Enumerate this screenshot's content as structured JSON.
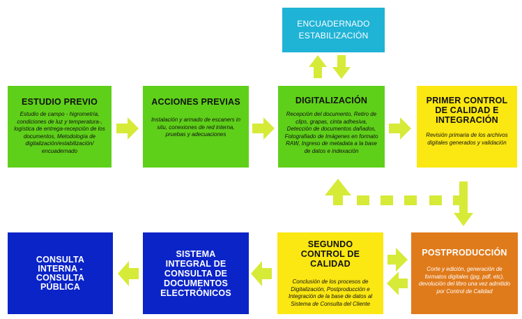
{
  "colors": {
    "green": "#5fd019",
    "yellow": "#fbe712",
    "cyan": "#1fb3d6",
    "orange": "#e07b1b",
    "blue": "#0b24c8",
    "arrow": "#d6ea38"
  },
  "boxes": {
    "estudio_previo": {
      "title": "ESTUDIO PREVIO",
      "body": "Estudio  de campo - higrometría, condiciones de luz y temperatura-, logística de entrega-recepción de los documentos, Metodología de digitalización/estabilización/ encuadernado"
    },
    "acciones_previas": {
      "title": "ACCIONES PREVIAS",
      "body": "Instalación y armado de escaners in situ, conexiones de red interna, pruebas y adecuaciones"
    },
    "digitalizacion": {
      "title": "DIGITALIZACIÓN",
      "body": "Recepción del documento, Retiro de clips, grapas, cinta adhesiva, Detección de documentos dañados, Fotografiado de Imágenes en formato RAW, Ingreso de metadata a la base de datos e indexación"
    },
    "primer_control": {
      "title": "PRIMER CONTROL DE CALIDAD E INTEGRACIÓN",
      "body": "Revisión primaria de los archivos digitales generados y validación"
    },
    "encuadernado": {
      "title": "ENCUADERNADO ESTABILIZACIÓN"
    },
    "postproduccion": {
      "title": "POSTPRODUCCIÓN",
      "body": "Corte y edición, generación de formatos digitales (jpg, pdf, etc), devolución del libro una vez admitido por Control de Calidad"
    },
    "segundo_control": {
      "title": "SEGUNDO CONTROL DE CALIDAD",
      "body": "Conclusión de los procesos de Digitalización, Postproducción e Integración de la base de datos al Sistema de Consulta del Cliente"
    },
    "sistema_integral": {
      "title": "SISTEMA INTEGRAL DE CONSULTA DE DOCUMENTOS ELECTRÓNICOS"
    },
    "consulta": {
      "title": "CONSULTA INTERNA - CONSULTA PÚBLICA"
    }
  }
}
